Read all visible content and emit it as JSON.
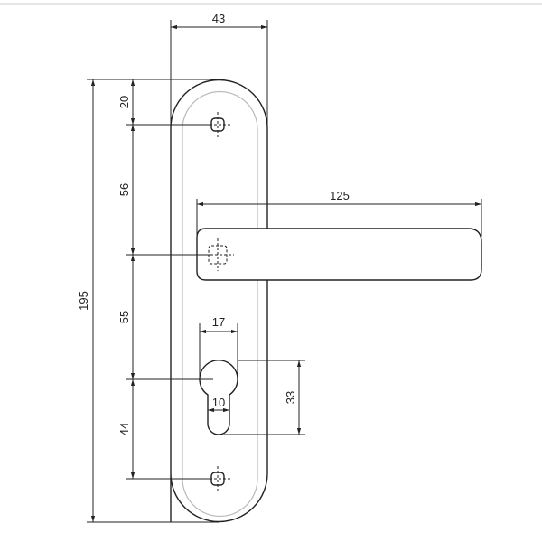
{
  "diagram": {
    "dimensions": {
      "plate_width": "43",
      "lever_length": "125",
      "total_height": "195",
      "top_to_screw": "20",
      "screw_to_spindle": "56",
      "spindle_to_cylinder": "55",
      "cylinder_to_screw": "44",
      "cylinder_head_width": "17",
      "cylinder_slot_width": "10",
      "cylinder_height": "33"
    }
  }
}
